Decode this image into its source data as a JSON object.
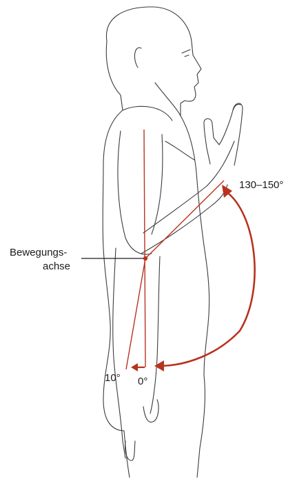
{
  "labels": {
    "axis_line1": "Bewegungs-",
    "axis_line2": "achse",
    "flexion_range": "130–150°",
    "extension_angle": "10°",
    "zero_angle": "0°"
  },
  "colors": {
    "outline": "#3a3a3a",
    "accent": "#b8321e",
    "text": "#1a1a1a"
  }
}
